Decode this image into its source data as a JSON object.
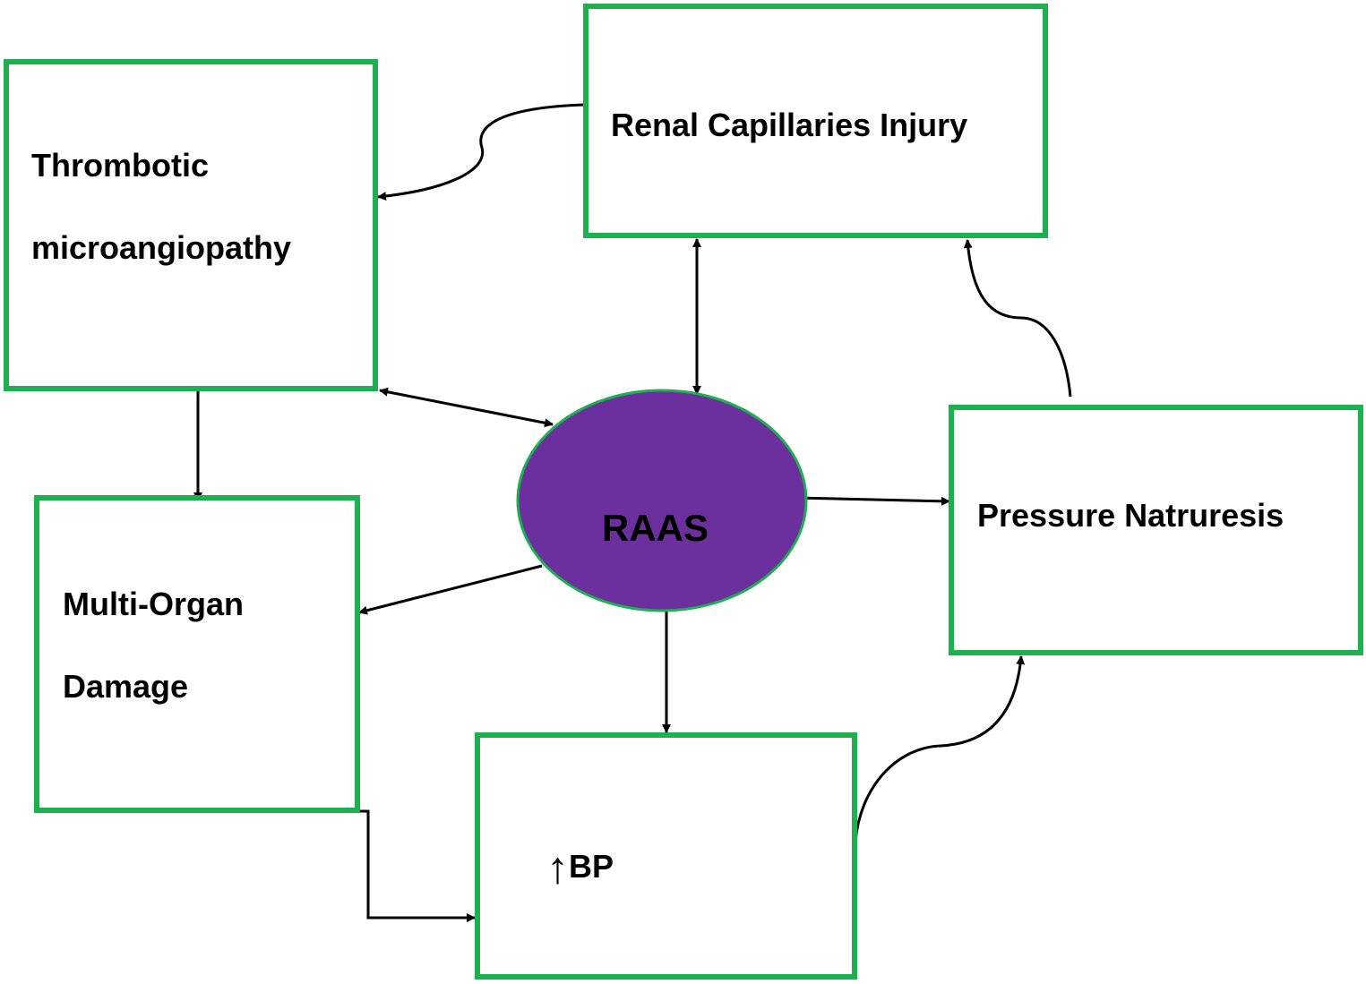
{
  "nodes": {
    "thrombotic": {
      "line1": "Thrombotic",
      "line2": "microangiopathy"
    },
    "renal": {
      "label": "Renal Capillaries Injury"
    },
    "pressure": {
      "label": "Pressure Natruresis"
    },
    "multi_organ": {
      "line1": "Multi-Organ",
      "line2": "Damage"
    },
    "bp": {
      "arrow": "↑",
      "label": "BP"
    },
    "raas": {
      "label": "RAAS"
    }
  },
  "colors": {
    "box_border": "#1db04f",
    "raas_fill": "#6b2f9e",
    "raas_stroke": "#1db04f"
  }
}
